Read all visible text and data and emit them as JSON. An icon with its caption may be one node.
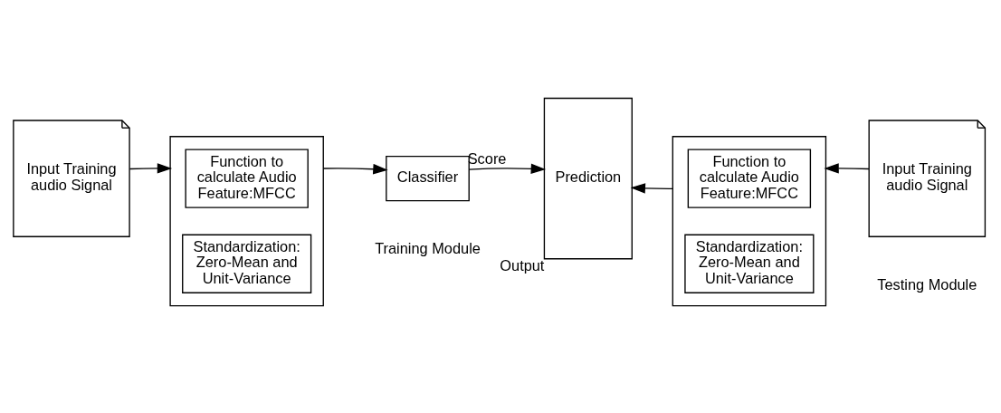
{
  "diagram": {
    "nodes": [
      {
        "text": [
          "Input Training audio Signal"
        ]
      },
      {
        "text": [],
        "shape": "box"
      },
      {
        "text": [
          "Function to calculate Audio Feature:MFCC"
        ],
        "in": 1
      },
      {
        "text": [
          "Standardization: Zero-Mean and Unit-Variance"
        ],
        "in": 1
      },
      {
        "text": [
          "Classifier"
        ]
      },
      {
        "text": [
          "Prediction"
        ],
        "beside": [
          "Output"
        ]
      },
      {
        "text": [],
        "shape": "box"
      },
      {
        "text": [
          "Function to calculate Audio Feature:MFCC"
        ],
        "in": 6
      },
      {
        "text": [
          "Standardization: Zero-Mean and Unit-Variance"
        ],
        "in": 6
      },
      {
        "text": [
          "Input Training audio Signal"
        ]
      }
    ],
    "edges": [
      {
        "from": 0,
        "to": 1,
        "arrow": "to"
      },
      {
        "from": 1,
        "to": 4,
        "arrow": "to"
      },
      {
        "from": 4,
        "to": 5,
        "arrow": "to",
        "label": "Score"
      },
      {
        "from": 6,
        "to": 5,
        "arrow": "to"
      },
      {
        "from": 9,
        "to": 6,
        "arrow": "to"
      }
    ],
    "labels": [
      "Training Module",
      "Testing Module"
    ]
  }
}
